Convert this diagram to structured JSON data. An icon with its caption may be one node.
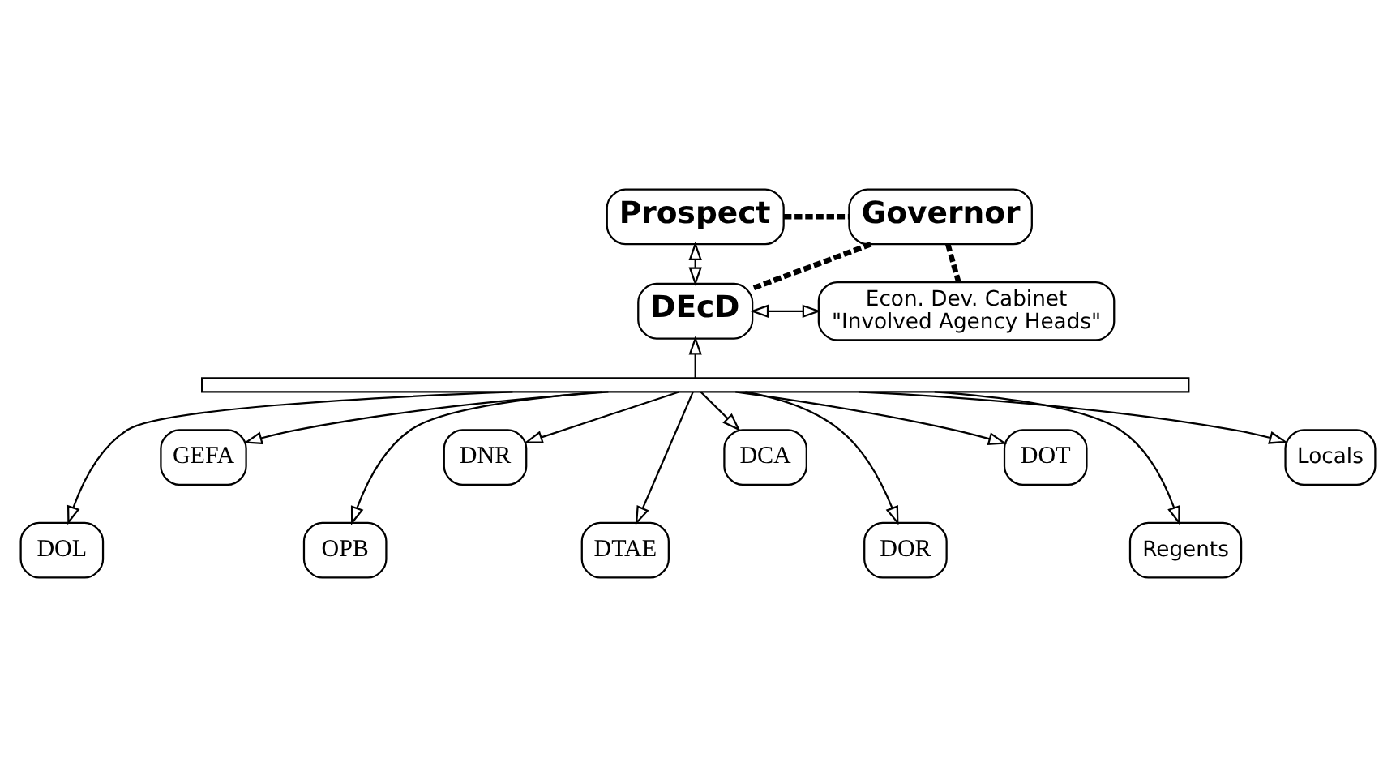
{
  "diagram": {
    "nodes": [
      {
        "text": [
          "Prospect"
        ]
      },
      {
        "text": [
          "Governor"
        ]
      },
      {
        "text": [
          "DEcD"
        ]
      },
      {
        "text": [
          "Econ. Dev. Cabinet",
          "\"Involved Agency Heads\""
        ]
      },
      {
        "text": [],
        "shape": "bar"
      },
      {
        "text": [
          "DOL"
        ]
      },
      {
        "text": [
          "GEFA"
        ]
      },
      {
        "text": [
          "OPB"
        ]
      },
      {
        "text": [
          "DNR"
        ]
      },
      {
        "text": [
          "DTAE"
        ]
      },
      {
        "text": [
          "DCA"
        ]
      },
      {
        "text": [
          "DOR"
        ]
      },
      {
        "text": [
          "DOT"
        ]
      },
      {
        "text": [
          "Regents"
        ]
      },
      {
        "text": [
          "Locals"
        ]
      }
    ],
    "edges": [
      {
        "from": 0,
        "to": 1,
        "arrow": "none",
        "style": "dashed"
      },
      {
        "from": 0,
        "to": 2,
        "arrow": "both"
      },
      {
        "from": 1,
        "to": 2,
        "arrow": "none",
        "style": "dashed"
      },
      {
        "from": 1,
        "to": 3,
        "arrow": "none",
        "style": "dashed"
      },
      {
        "from": 2,
        "to": 3,
        "arrow": "both"
      },
      {
        "from": 4,
        "to": 2,
        "arrow": "to"
      },
      {
        "from": 4,
        "to": 5,
        "arrow": "to"
      },
      {
        "from": 4,
        "to": 6,
        "arrow": "to"
      },
      {
        "from": 4,
        "to": 7,
        "arrow": "to"
      },
      {
        "from": 4,
        "to": 8,
        "arrow": "to"
      },
      {
        "from": 4,
        "to": 9,
        "arrow": "to"
      },
      {
        "from": 4,
        "to": 10,
        "arrow": "to"
      },
      {
        "from": 4,
        "to": 11,
        "arrow": "to"
      },
      {
        "from": 4,
        "to": 12,
        "arrow": "to"
      },
      {
        "from": 4,
        "to": 13,
        "arrow": "to"
      },
      {
        "from": 4,
        "to": 14,
        "arrow": "to"
      }
    ]
  }
}
